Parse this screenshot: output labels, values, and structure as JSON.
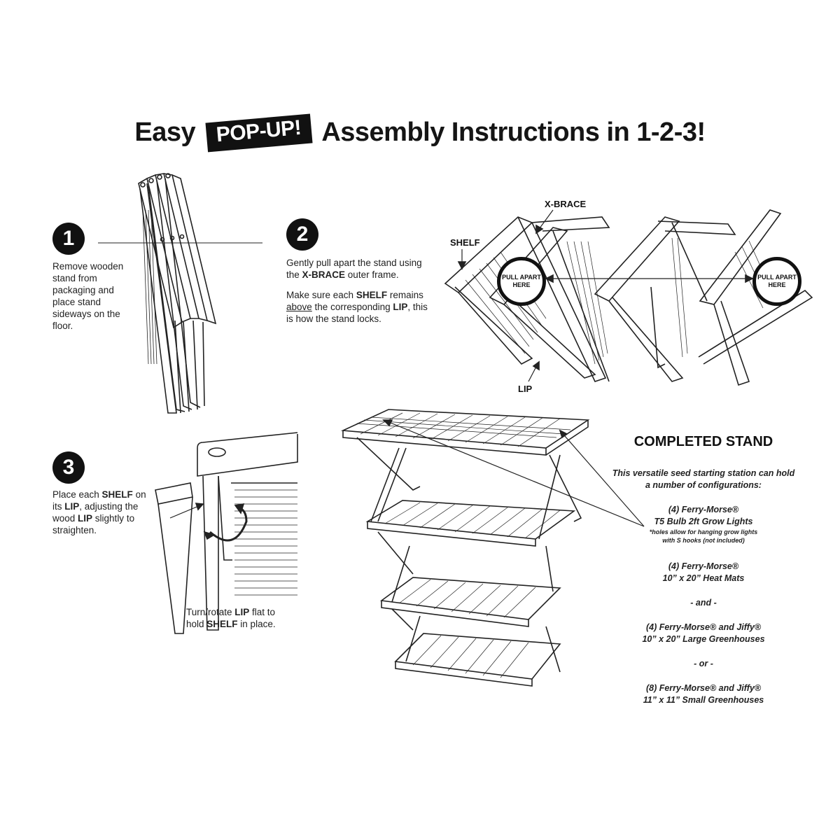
{
  "title": {
    "before": "Easy",
    "badge": "POP-UP!",
    "after": "Assembly Instructions in 1-2-3!"
  },
  "step1": {
    "number": "1",
    "text": "Remove wooden stand from packaging and place stand sideways on the floor."
  },
  "step2": {
    "number": "2",
    "line1_a": "Gently pull apart the stand using the ",
    "line1_b": "X-BRACE",
    "line1_c": " outer frame.",
    "line2_a": "Make sure each ",
    "line2_b": "SHELF",
    "line2_c": " remains ",
    "line2_d": "above",
    "line2_e": " the corresponding ",
    "line2_f": "LIP",
    "line2_g": ", this is how the stand locks."
  },
  "labels": {
    "xbrace": "X-BRACE",
    "shelf": "SHELF",
    "lip": "LIP",
    "pull_left": "PULL APART HERE",
    "pull_right": "PULL APART HERE"
  },
  "step3": {
    "number": "3",
    "a": "Place each ",
    "b": "SHELF",
    "c": " on its ",
    "d": "LIP",
    "e": ", adjusting the wood ",
    "f": "LIP",
    "g": " slightly to straighten.",
    "turn_a": "Turn/rotate ",
    "turn_b": "LIP",
    "turn_c": " flat to hold ",
    "turn_d": "SHELF",
    "turn_e": " in place."
  },
  "completed": {
    "title": "COMPLETED STAND",
    "intro": "This versatile seed starting station can hold a number of configurations:",
    "item1_a": "(4) Ferry-Morse®",
    "item1_b": "T5 Bulb 2ft Grow Lights",
    "item1_note_a": "*holes allow for hanging grow lights",
    "item1_note_b": "with S hooks (not included)",
    "item2_a": "(4) Ferry-Morse®",
    "item2_b": "10” x 20” Heat Mats",
    "and": "- and -",
    "item3_a": "(4) Ferry-Morse® and Jiffy®",
    "item3_b": "10” x 20” Large Greenhouses",
    "or": "- or -",
    "item4_a": "(8) Ferry-Morse® and Jiffy®",
    "item4_b": "11” x 11” Small Greenhouses"
  }
}
